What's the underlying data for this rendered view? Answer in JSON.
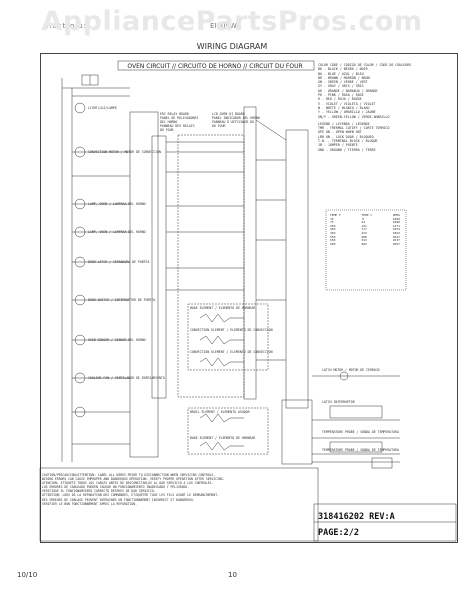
{
  "watermark": "AppliancePartsPros.com",
  "header": {
    "brand": "Electrolux",
    "model": "EI30EW4",
    "title": "WIRING DIAGRAM"
  },
  "banner": "OVEN CIRCUIT // CIRCUITO DE HORNO // CIRCUIT DU FOUR",
  "board_labels": {
    "left_board": "ERC RELAY BOARD\nPANEL DE RELEVADORES\nDEL HORNO\nPANNEAU DES RELAIS\nDU FOUR",
    "right_board": "LCD OVEN UI BOARD\nPANEL INDICADOR DEL HORNO\nPANNEAU D'AFFICHAGE DU\nDU FOUR"
  },
  "left_components": [
    "LIGHT/LUZ/LAMPE",
    "CONVECTION MOTOR / MOTOR DE CONVECCION",
    "LAMP, OVEN / LAMPARA DEL HORNO",
    "LAMP, OVEN / LAMPARA DEL HORNO",
    "DOOR LATCH / CERRADURA DE PUERTA",
    "DOOR SWITCH / INTERRUPTOR DE PUERTA",
    "OVEN SENSOR / SENSOR DEL HORNO",
    "COOLING FAN / VENTILADOR DE ENFRIAMIENTO"
  ],
  "center_elements": [
    "BAKE ELEMENT / ELEMENTO DE HORNEAR",
    "CONVECTION ELEMENT / ELEMENTO DE CONVECCION",
    "CONVECTION ELEMENT / ELEMENTO DE CONVECCION",
    "BROIL ELEMENT / ELEMENTO ASADOR",
    "BAKE ELEMENT / ELEMENTO DE HORNEAR"
  ],
  "right_components": [
    "LATCH MOTOR / MOTOR DE CERROJO",
    "LATCH INTERRUPTOR",
    "TEMPERATURE PROBE / SONDA DE TEMPERATURA",
    "TEMPERATURE PROBE / SONDA DE TEMPERATURA"
  ],
  "legend": [
    "COLOR CODE / CODIGO DE COLOR / CODE DE COULEURS",
    "BK - BLACK / NEGRO / NOIR",
    "BU - BLUE / AZUL / BLEU",
    "BR - BROWN / MARRON / BRUN",
    "GN - GREEN / VERDE / VERT",
    "GY - GRAY / GRIS / GRIS",
    "OR - ORANGE / NARANJA / ORANGE",
    "PK - PINK / ROSA / ROSE",
    "R - RED / ROJO / ROUGE",
    "V - VIOLET / VIOLETA / VIOLET",
    "W - WHITE / BLANCO / BLANC",
    "Y - YELLOW / AMARILLO / JAUNE",
    "GN/Y - GREEN-YELLOW / VERDE-AMARILLO",
    "LEGEND / LEYENDA / LEGENDE",
    "TMR - THERMAL CUTOFF / CORTE TERMICO",
    "OPE ON - OPEN WHEN HOT",
    "LBR ON - LOCK DOOR / BLOQUEO",
    "T.B. - TERMINAL BLOCK / BLOQUE",
    "JB - JUMPER / PUENTE",
    "GND - GROUND / TIERRA / TERRE"
  ],
  "temp_table": {
    "headers": [
      "TEMP F",
      "TEMP C",
      "OHMS"
    ],
    "rows": [
      [
        "32",
        "0",
        "1000"
      ],
      [
        "75",
        "24",
        "1090"
      ],
      [
        "250",
        "121",
        "1471"
      ],
      [
        "350",
        "177",
        "1654"
      ],
      [
        "450",
        "232",
        "1852"
      ],
      [
        "550",
        "288",
        "2047"
      ],
      [
        "650",
        "343",
        "2237"
      ],
      [
        "900",
        "482",
        "2697"
      ]
    ]
  },
  "notes": [
    "CAUTION/PRECAUCION/ATTENTION: LABEL ALL WIRES PRIOR TO DISCONNECTION WHEN SERVICING CONTROLS.",
    "WIRING ERRORS CAN CAUSE IMPROPER AND DANGEROUS OPERATION. VERIFY PROPER OPERATION AFTER SERVICING.",
    "ATENCION: ETIQUETE TODOS LOS CABLES ANTES DE DESCONECTARLOS AL DAR SERVICIO A LOS CONTROLES.",
    "LOS ERRORES DE CABLEADO PUEDEN CAUSAR UN FUNCIONAMIENTO INADECUADO Y PELIGROSO.",
    "VERIFIQUE EL FUNCIONAMIENTO CORRECTO DESPUES DE DAR SERVICIO.",
    "ATTENTION: LORS DE LA REPARATION DES COMMANDES, ETIQUETER TOUS LES FILS AVANT LE DEBRANCHEMENT.",
    "DES ERREURS DE CABLAGE PEUVENT ENTRAINER UN FONCTIONNEMENT INCORRECT ET DANGEREUX.",
    "VERIFIER LE BON FONCTIONNEMENT APRES LA REPARATION."
  ],
  "part_number": "318416202 REV:A",
  "page_label": "PAGE:2/2",
  "footer": {
    "left": "10/10",
    "center": "10"
  }
}
